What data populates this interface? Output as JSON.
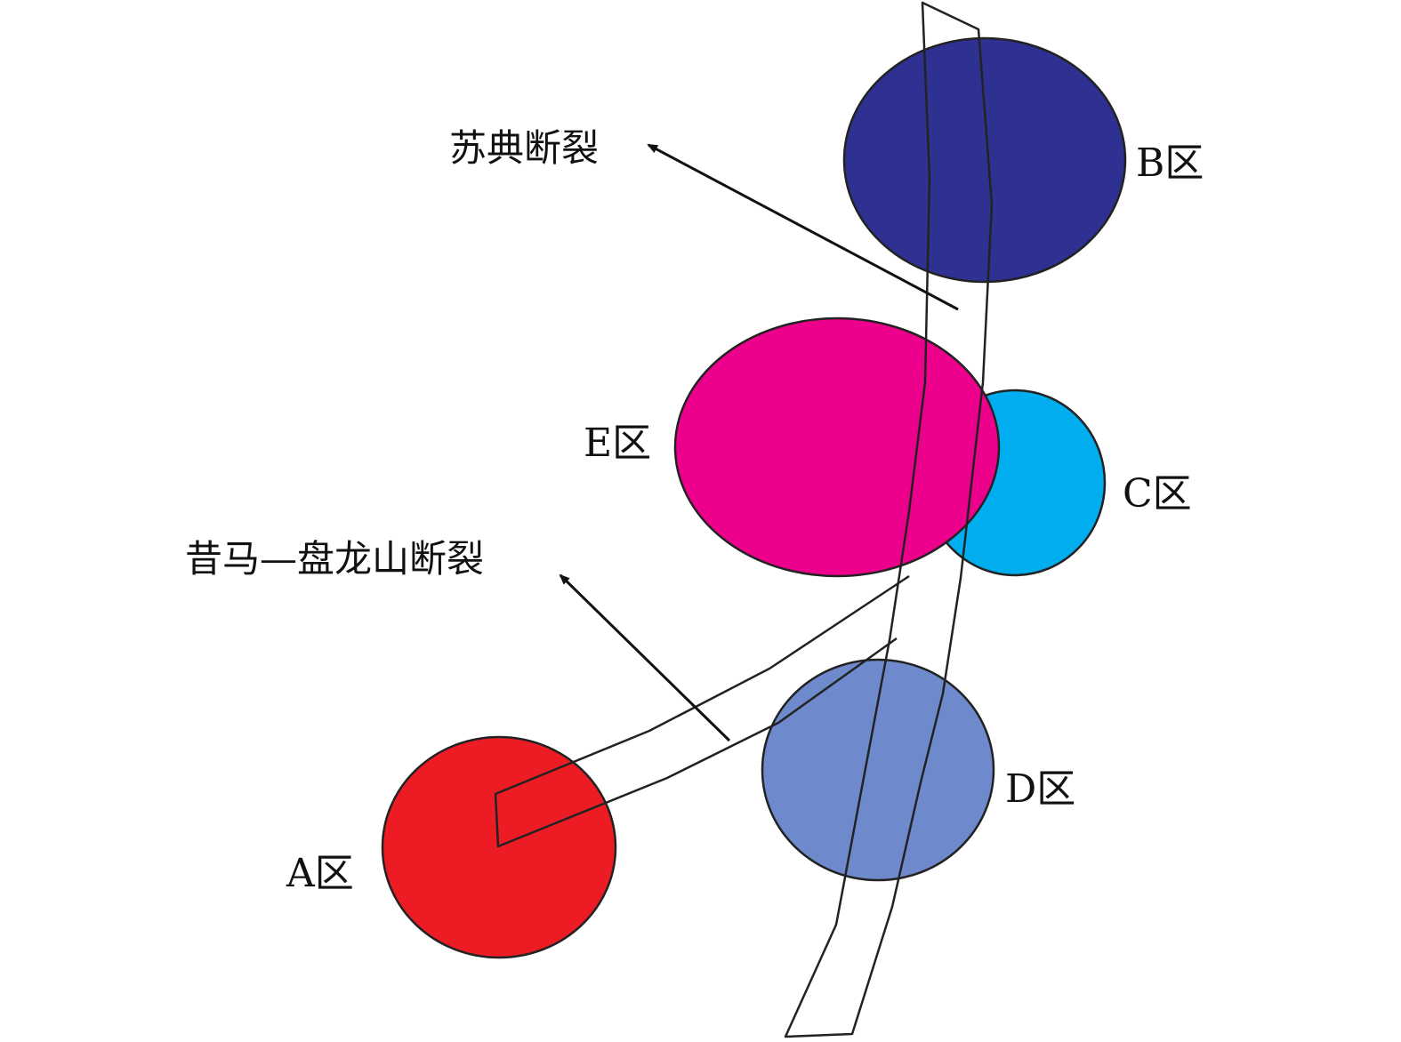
{
  "zones": {
    "B": {
      "label": "B区",
      "color": "#2e3192"
    },
    "E": {
      "label": "E区",
      "color": "#ec008c"
    },
    "C": {
      "label": "C区",
      "color": "#00aeef"
    },
    "D": {
      "label": "D区",
      "color": "#6f89cd"
    },
    "A": {
      "label": "A区",
      "color": "#ed1c24"
    }
  },
  "faults": {
    "sudian": {
      "label": "苏典断裂"
    },
    "xima_panlongshan": {
      "label": "昔马—盘龙山断裂"
    }
  }
}
